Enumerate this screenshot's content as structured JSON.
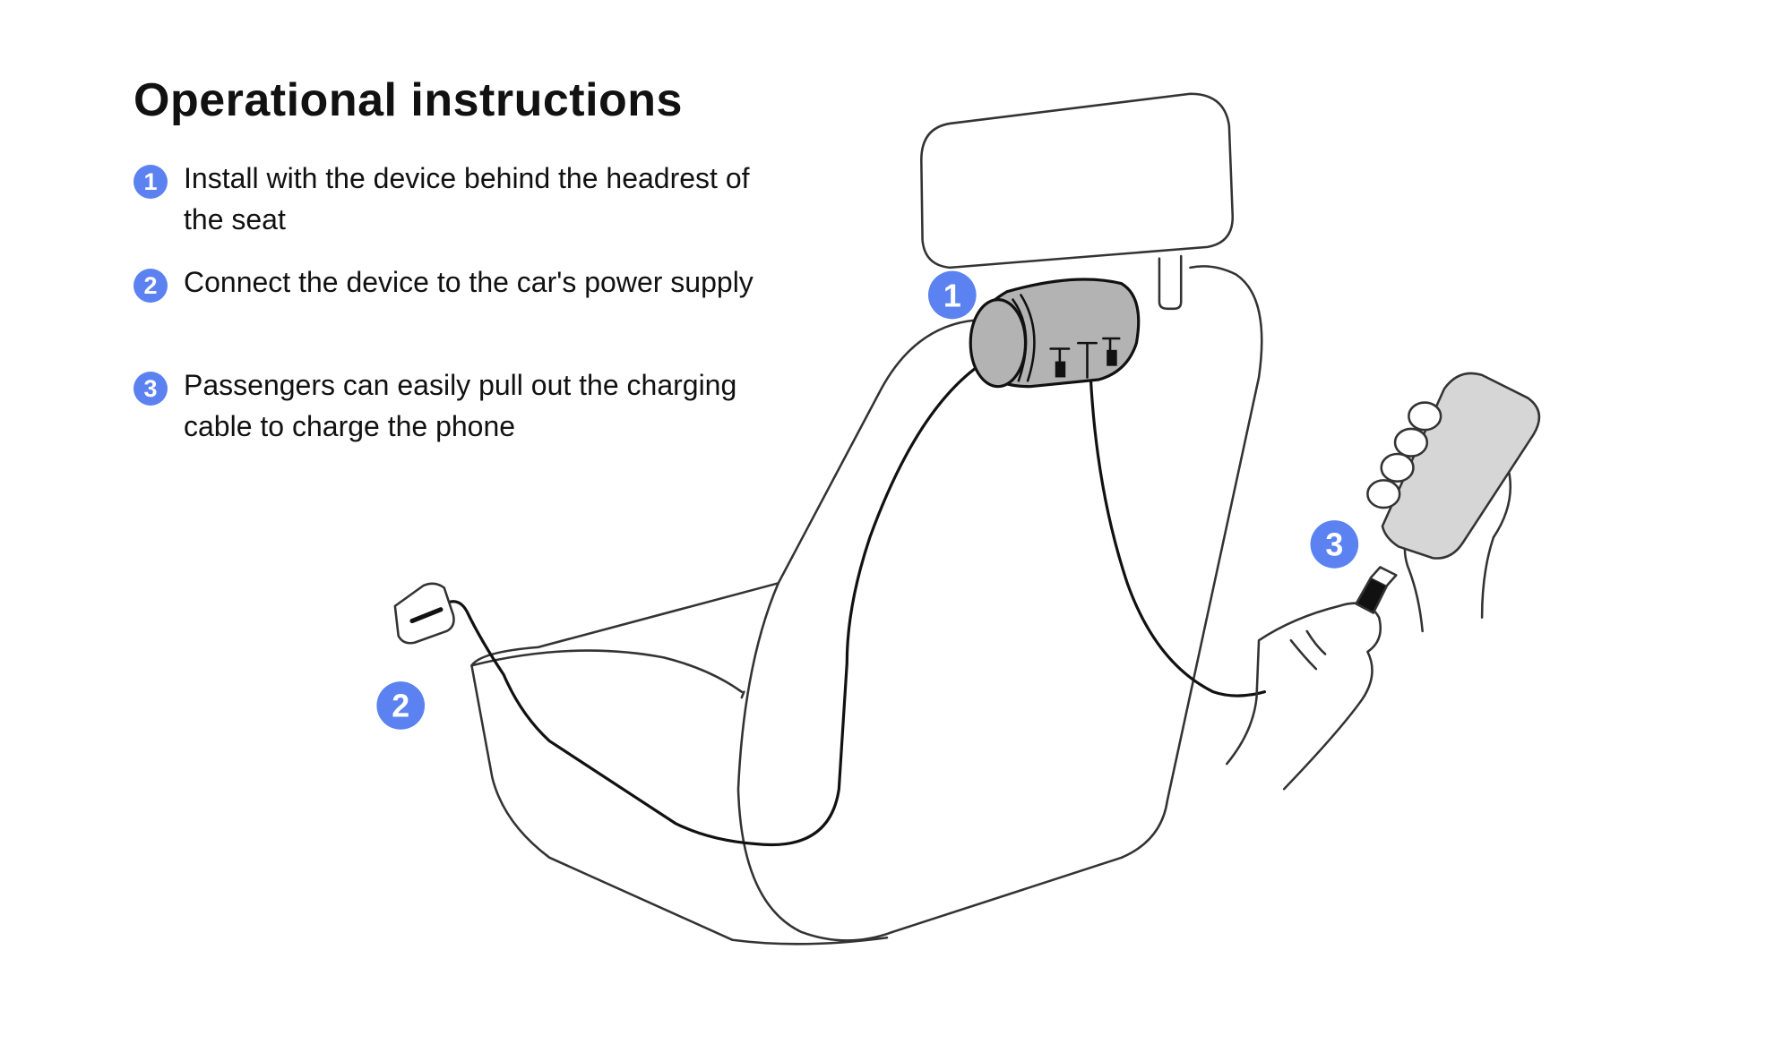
{
  "title": "Operational instructions",
  "steps": [
    {
      "number": "1",
      "text": "Install with the device behind the headrest of the seat"
    },
    {
      "number": "2",
      "text": "Connect the device to the car's power supply"
    },
    {
      "number": "3",
      "text": "Passengers can easily pull out the charging cable to charge the phone"
    }
  ],
  "callouts": [
    "1",
    "2",
    "3"
  ],
  "colors": {
    "badge": "#5b82f0",
    "device": "#b3b3b3",
    "phone": "#d6d6d6",
    "line": "#333333"
  }
}
